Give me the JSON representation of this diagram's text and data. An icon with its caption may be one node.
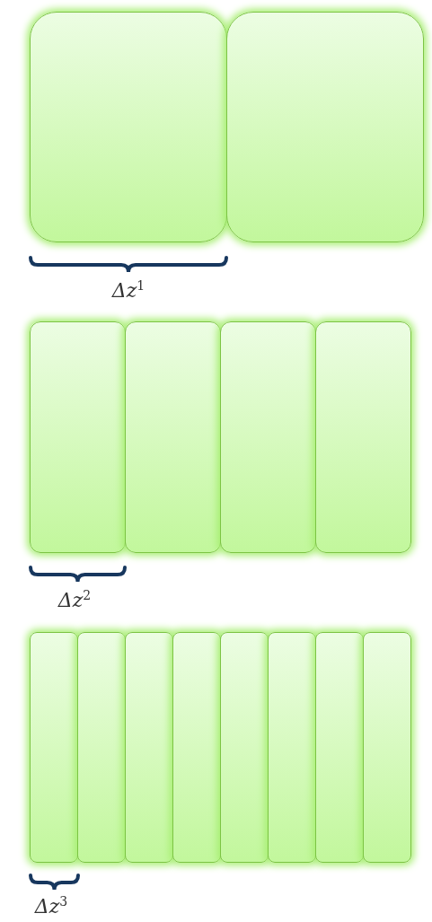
{
  "diagram": {
    "nodes": [
      {
        "text": [],
        "shape": "box"
      },
      {
        "text": [],
        "shape": "box"
      },
      {
        "text": [],
        "shape": "box"
      },
      {
        "text": [],
        "shape": "box"
      },
      {
        "text": [],
        "shape": "box"
      },
      {
        "text": [],
        "shape": "box"
      },
      {
        "text": [],
        "shape": "box"
      },
      {
        "text": [],
        "shape": "box"
      },
      {
        "text": [],
        "shape": "box"
      },
      {
        "text": [],
        "shape": "box"
      },
      {
        "text": [],
        "shape": "box"
      },
      {
        "text": [],
        "shape": "box"
      },
      {
        "text": [],
        "shape": "box"
      },
      {
        "text": [],
        "shape": "box"
      }
    ],
    "labels": [
      "*Δz*$^{1}$",
      "*Δz*$^{2}$",
      "*Δz*$^{3}$"
    ]
  }
}
